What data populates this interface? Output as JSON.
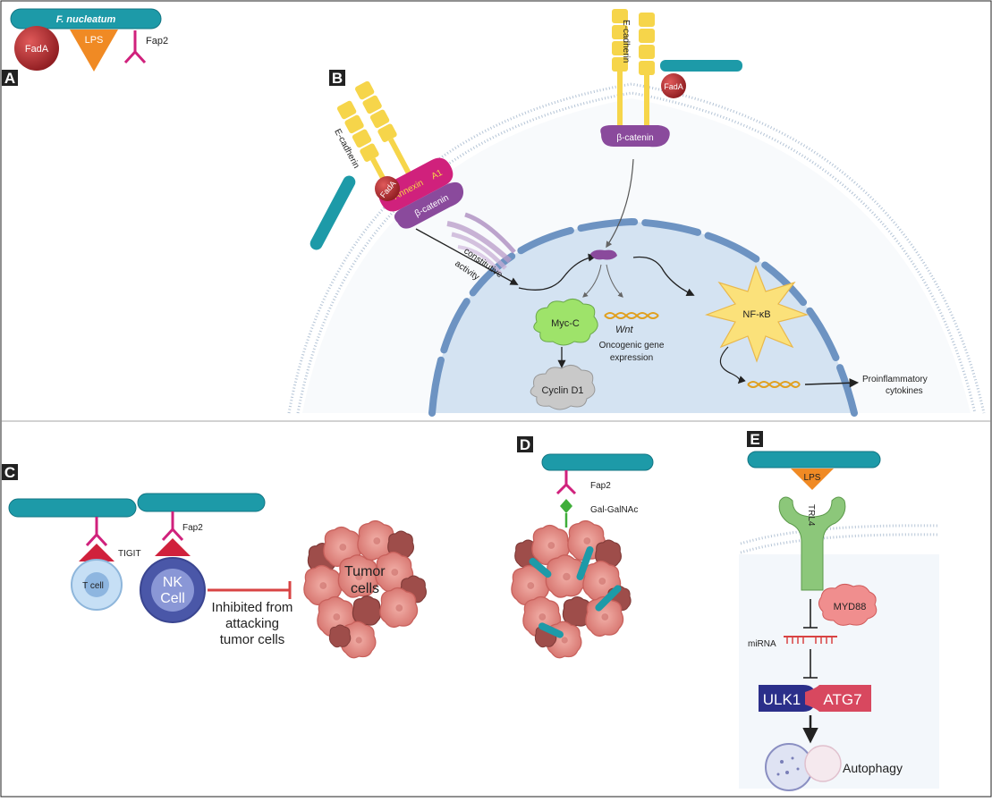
{
  "panel_labels": {
    "a": "A",
    "b": "B",
    "c": "C",
    "d": "D",
    "e": "E"
  },
  "panel_a": {
    "bacterium": "F. nucleatum",
    "fada": "FadA",
    "lps": "LPS",
    "fap2": "Fap2"
  },
  "panel_b": {
    "e_cadherin": "E-cadherin",
    "fada": "FadA",
    "annexin": "Annexin",
    "a1": "A1",
    "beta_catenin": "β-catenin",
    "constitutive": "constitutive",
    "activity": "activity",
    "myc": "Myc-C",
    "wnt": "Wnt",
    "oncogenic_1": "Oncogenic gene",
    "oncogenic_2": "expression",
    "cyclin": "Cyclin D1",
    "nfkb": "NF-κB",
    "proinflam_1": "Proinflammatory",
    "proinflam_2": "cytokines"
  },
  "panel_c": {
    "tigit": "TIGIT",
    "fap2": "Fap2",
    "tcell": "T cell",
    "nk_1": "NK",
    "nk_2": "Cell",
    "inhibited_1": "Inhibited from",
    "inhibited_2": "attacking",
    "inhibited_3": "tumor cells",
    "tumor_1": "Tumor",
    "tumor_2": "cells"
  },
  "panel_d": {
    "fap2": "Fap2",
    "galnac": "Gal-GalNAc"
  },
  "panel_e": {
    "lps": "LPS",
    "trl4": "TRL4",
    "myd88": "MYD88",
    "mirna": "miRNA",
    "ulk1": "ULK1",
    "atg7": "ATG7",
    "autophagy": "Autophagy"
  },
  "colors": {
    "bacterium": "#1d9aa8",
    "fada": "#b22a2e",
    "lps": "#f08a24",
    "fap2": "#d0217c",
    "cadherin": "#f6d54a",
    "catenin": "#8a4a9c",
    "nucleus": "#d4e3f2",
    "tumor": "#e07f7a",
    "ulk1": "#2b2f8a",
    "atg7": "#d8485f"
  }
}
